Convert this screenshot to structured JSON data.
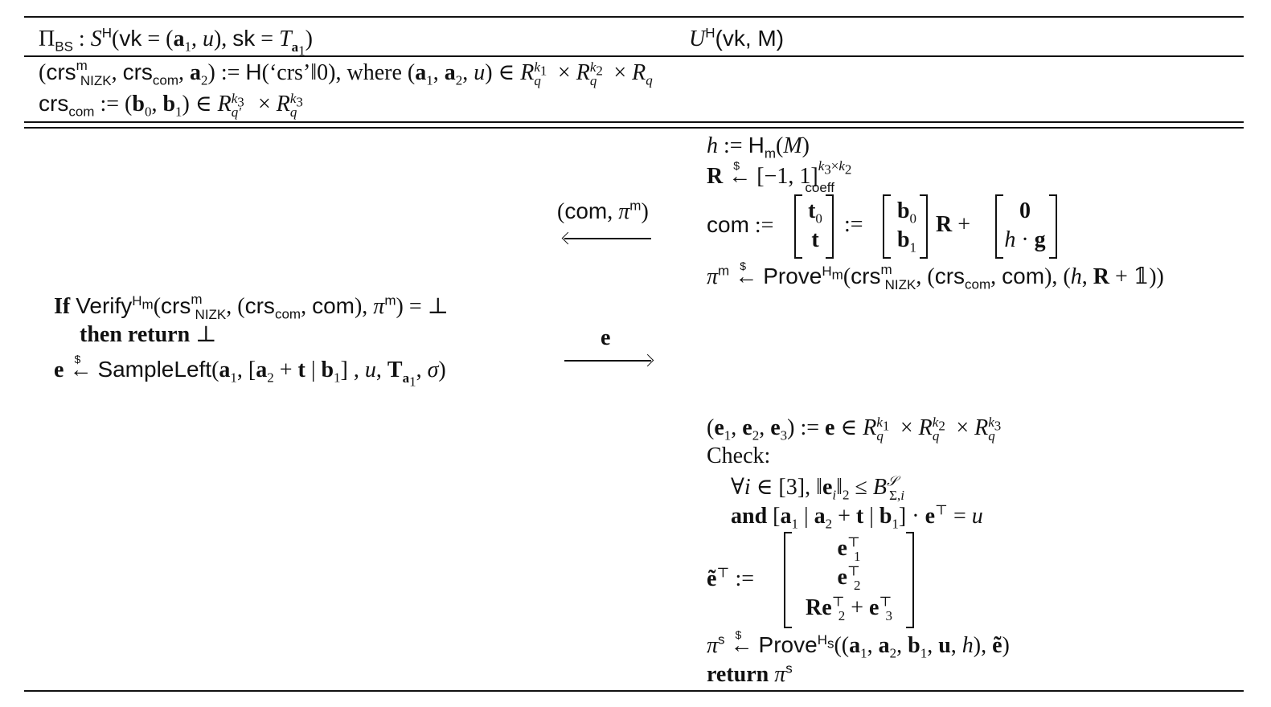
{
  "header": {
    "left_sub": "BS",
    "left_S": "S",
    "left_H": "H",
    "left_vk": "vk",
    "left_a": "a",
    "left_u": "u",
    "left_sk": "sk",
    "left_T": "T",
    "right_U": "U",
    "right_H": "H",
    "right_args": "(vk, M)"
  },
  "setup": {
    "line1_crs": "crs",
    "line1_m": "m",
    "line1_nizk": "NIZK",
    "line1_com": "com",
    "line1_H": "H",
    "line1_hash_arg": "(‘crs’‖0)",
    "line1_where": "where",
    "line2_crs": "crs",
    "line2_com": "com"
  },
  "user": {
    "h_line_hash": "H",
    "h_line_sub": "m",
    "coeff_label": "coeff",
    "com_label": "com",
    "prove_label": "Prove",
    "prove_sup": "H",
    "prove_sup_sub": "m",
    "crs_label": "crs",
    "nizk_label": "NIZK",
    "crs_com_label": "com",
    "check_label": "Check:",
    "and_label": "and",
    "prove_s_label": "Prove",
    "prove_s_sup": "H",
    "prove_s_sup_sub": "s",
    "return_label": "return",
    "pi_s_sup": "s"
  },
  "signer": {
    "if_label": "If",
    "verify_label": "Verify",
    "verify_sup": "H",
    "verify_sup_sub": "m",
    "then_return_label": "then return",
    "samplel_label": "SampleLeft"
  },
  "messages": {
    "msg1_com": "com",
    "msg1_pi_sup": "m",
    "msg2": "e"
  }
}
